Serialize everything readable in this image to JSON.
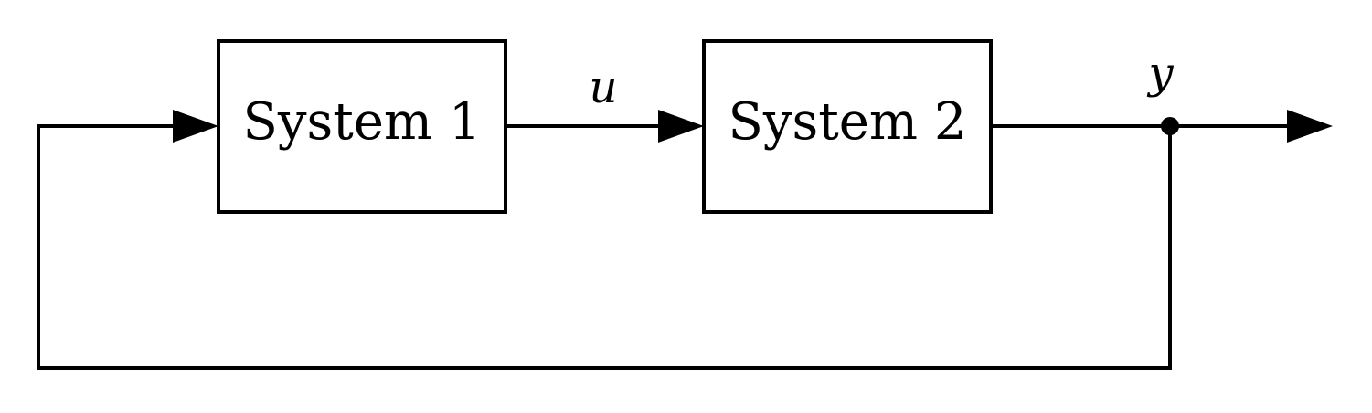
{
  "blocks": [
    {
      "label": "System 1"
    },
    {
      "label": "System 2"
    }
  ],
  "signals": {
    "u": "u",
    "y": "y"
  }
}
